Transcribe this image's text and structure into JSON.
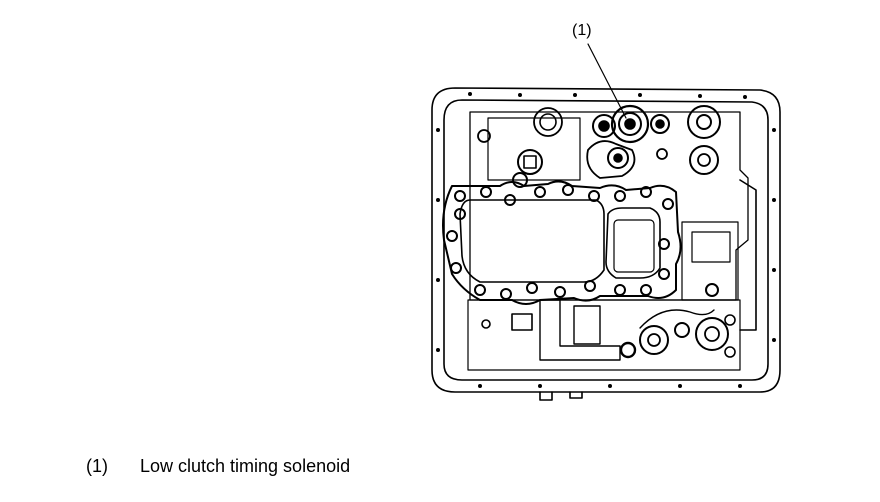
{
  "figure": {
    "callout": "(1)",
    "legend": [
      {
        "number": "(1)",
        "label": "Low clutch timing solenoid"
      }
    ]
  }
}
